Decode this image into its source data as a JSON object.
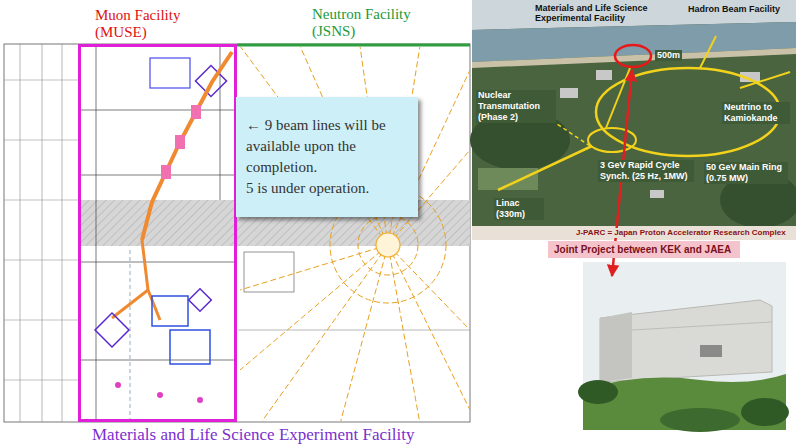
{
  "diagram": {
    "caption": "Materials and Life Science Experiment Facility",
    "nodes": [
      {
        "text": [
          "Muon Facility (MUSE)"
        ]
      },
      {
        "text": [
          "← 9 beam lines will be available upon the completion.",
          "5 is under operation."
        ]
      },
      {
        "text": [
          "Joint Project between KEK and JAEA"
        ]
      }
    ],
    "labels": [
      "Neutron Facility (JSNS)",
      "Materials and Life Science Experimental Facility",
      "Hadron Beam Facility",
      "500m",
      "Nuclear Transmutation (Phase 2)",
      "Neutrino to Kamiokande",
      "3 GeV Rapid Cycle Synch. (25 Hz, 1MW)",
      "50 GeV Main Ring (0.75 MW)",
      "Linac (330m)",
      "J-PARC = Japan Proton Accelerator Research Complex"
    ]
  }
}
